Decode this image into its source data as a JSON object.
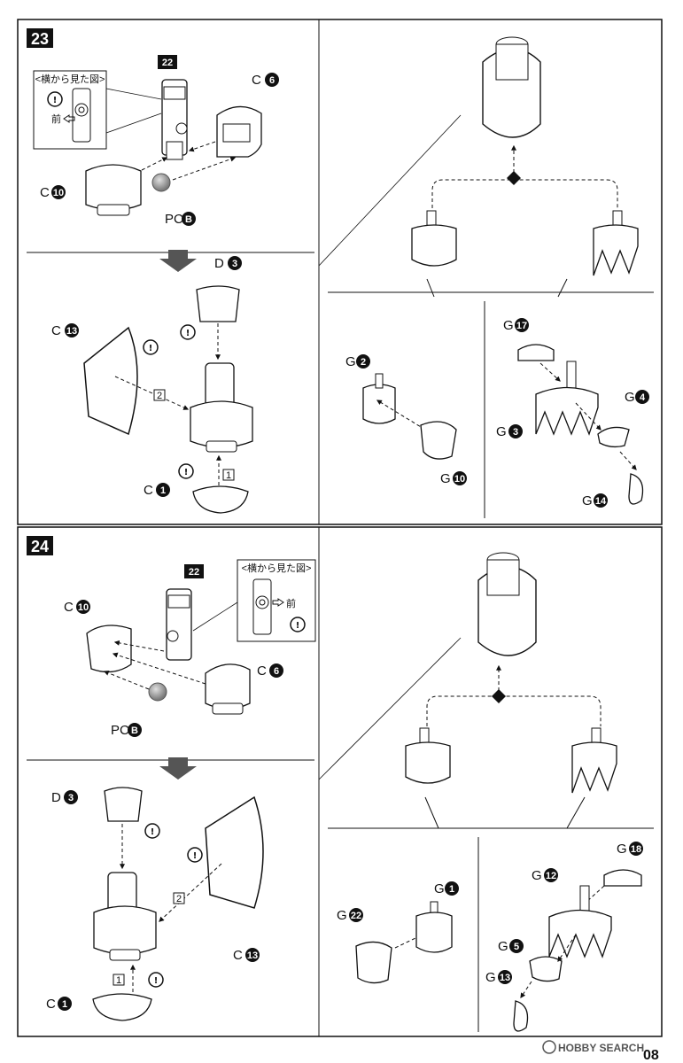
{
  "step23": {
    "number": "23",
    "side_view_title": "<横から見た図>",
    "front_label": "前",
    "part22": "22",
    "parts": [
      {
        "letter": "C",
        "num": "6"
      },
      {
        "letter": "C",
        "num": "10"
      },
      {
        "letter": "PC",
        "num": "B"
      },
      {
        "letter": "D",
        "num": "3"
      },
      {
        "letter": "C",
        "num": "13"
      },
      {
        "letter": "C",
        "num": "1"
      },
      {
        "letter": "G",
        "num": "2"
      },
      {
        "letter": "G",
        "num": "10"
      },
      {
        "letter": "G",
        "num": "17"
      },
      {
        "letter": "G",
        "num": "3"
      },
      {
        "letter": "G",
        "num": "4"
      },
      {
        "letter": "G",
        "num": "14"
      }
    ],
    "order_1": "1",
    "order_2": "2"
  },
  "step24": {
    "number": "24",
    "side_view_title": "<横から見た図>",
    "front_label": "前",
    "part22": "22",
    "parts": [
      {
        "letter": "C",
        "num": "10"
      },
      {
        "letter": "C",
        "num": "6"
      },
      {
        "letter": "PC",
        "num": "B"
      },
      {
        "letter": "D",
        "num": "3"
      },
      {
        "letter": "C",
        "num": "13"
      },
      {
        "letter": "C",
        "num": "1"
      },
      {
        "letter": "G",
        "num": "22"
      },
      {
        "letter": "G",
        "num": "1"
      },
      {
        "letter": "G",
        "num": "18"
      },
      {
        "letter": "G",
        "num": "12"
      },
      {
        "letter": "G",
        "num": "5"
      },
      {
        "letter": "G",
        "num": "13"
      }
    ],
    "order_1": "1",
    "order_2": "2"
  },
  "watermark": "HOBBY SEARCH",
  "page_number": "08"
}
